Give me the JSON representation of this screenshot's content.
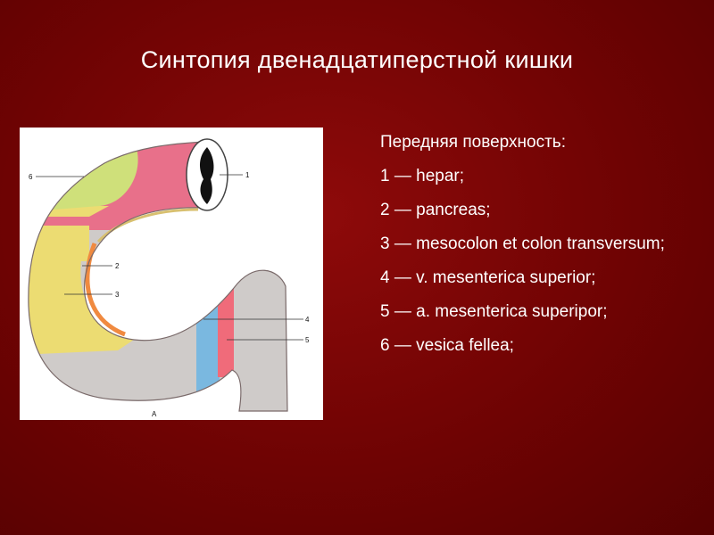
{
  "slide": {
    "title": "Синтопия двенадцатиперстной кишки"
  },
  "figure": {
    "callouts": [
      "1",
      "2",
      "3",
      "4",
      "5",
      "6"
    ],
    "caption": "A"
  },
  "legend": {
    "heading": "Передняя поверхность:",
    "items": [
      "1 — hepar;",
      "2 — pancreas;",
      "3 — mesocolon et colon transversum;",
      "4 — v. mesenterica superior;",
      "5 — a. mesenterica superipor;",
      "6 — vesica fellea;"
    ]
  },
  "colors": {
    "background": "#6f0303",
    "hepar": "#e8708a",
    "pancreas": "#f08a40",
    "mesocolon": "#ecdc72",
    "vein": "#7ab8e0",
    "artery": "#f06b7a",
    "vesica_fellea": "#cfe07a",
    "duodenum": "#cfcbc9"
  }
}
